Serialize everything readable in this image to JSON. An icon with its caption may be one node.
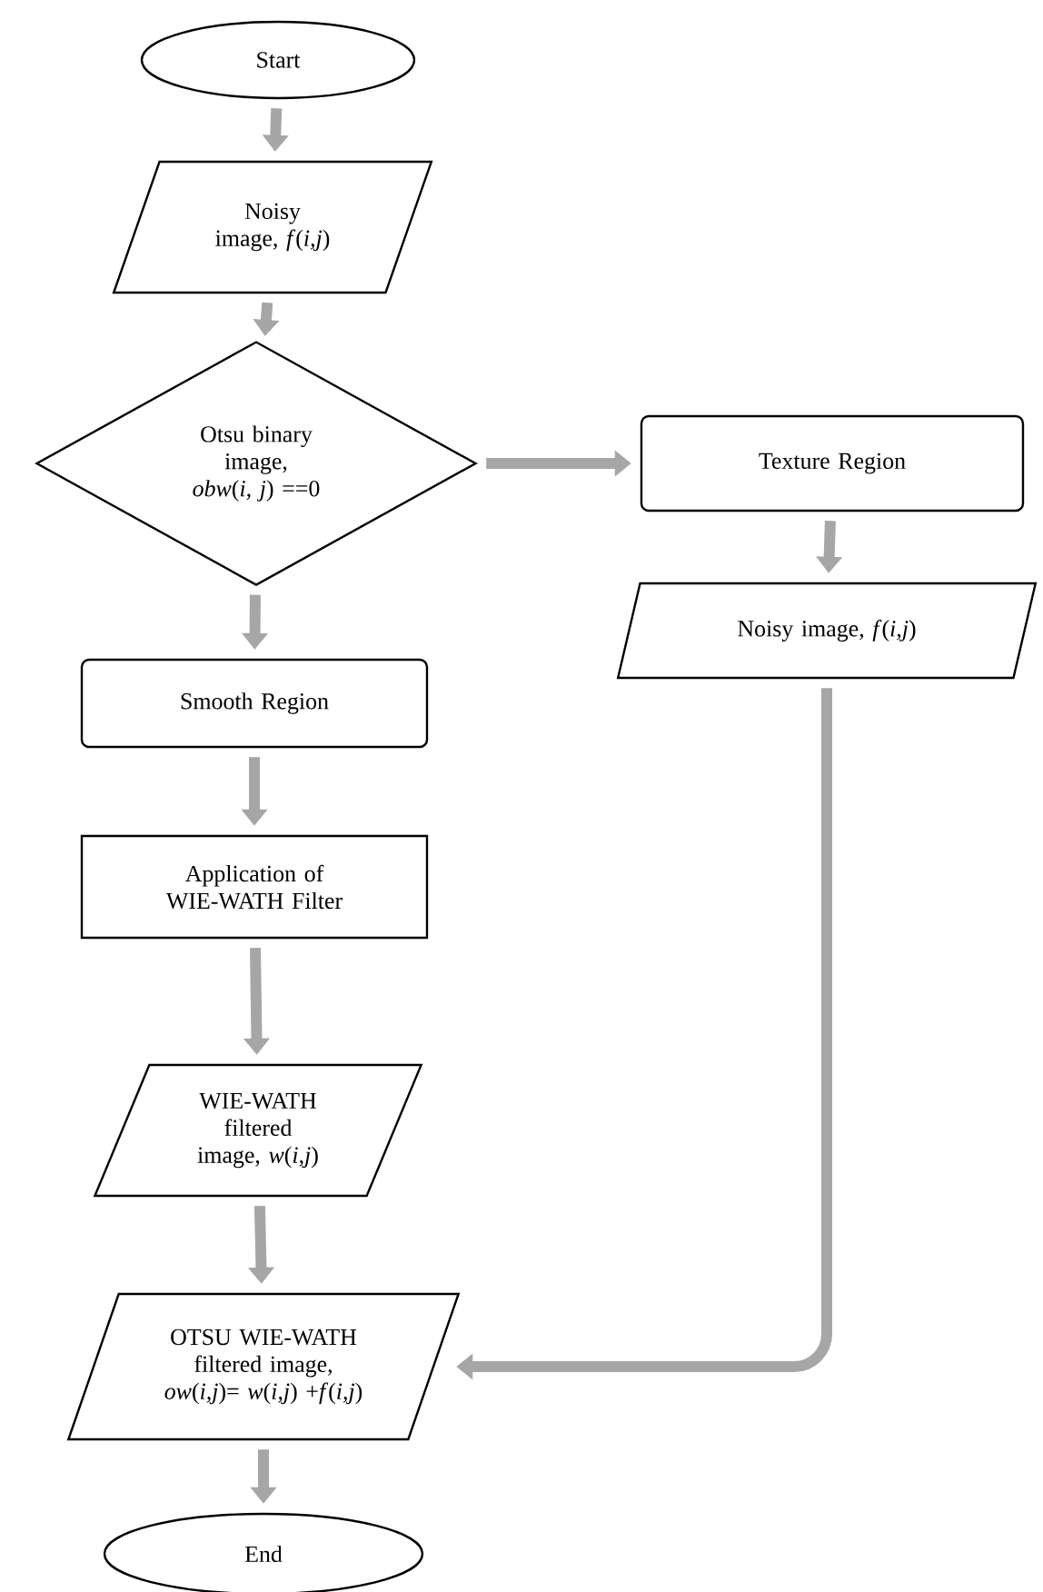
{
  "diagram": {
    "nodes": [
      {
        "text": [
          "Start"
        ]
      },
      {
        "text": [
          "Noisy image, *f*(*i,j*)"
        ]
      },
      {
        "text": [
          "Otsu binary image, *obw*(*i, j*) ==0"
        ]
      },
      {
        "text": [
          "Texture Region"
        ]
      },
      {
        "text": [
          "Noisy image, *f*(*i,j*)"
        ]
      },
      {
        "text": [
          "Smooth Region"
        ]
      },
      {
        "text": [
          "Application of WIE-WATH Filter"
        ]
      },
      {
        "text": [
          "WIE-WATH filtered image, *w*(*i,j*)"
        ]
      },
      {
        "text": [
          "OTSU WIE-WATH filtered image, *ow*(*i,j*)= *w*(*i,j*) +*f*(*i,j*)"
        ]
      },
      {
        "text": [
          "End"
        ]
      }
    ],
    "edges": [
      {
        "from": 0,
        "to": 1,
        "arrow": "to"
      },
      {
        "from": 1,
        "to": 2,
        "arrow": "to"
      },
      {
        "from": 2,
        "to": 3,
        "arrow": "to"
      },
      {
        "from": 3,
        "to": 4,
        "arrow": "to"
      },
      {
        "from": 2,
        "to": 5,
        "arrow": "to"
      },
      {
        "from": 5,
        "to": 6,
        "arrow": "to"
      },
      {
        "from": 6,
        "to": 7,
        "arrow": "to"
      },
      {
        "from": 7,
        "to": 8,
        "arrow": "to"
      },
      {
        "from": 4,
        "to": 8,
        "arrow": "to"
      },
      {
        "from": 8,
        "to": 9,
        "arrow": "to"
      }
    ]
  }
}
